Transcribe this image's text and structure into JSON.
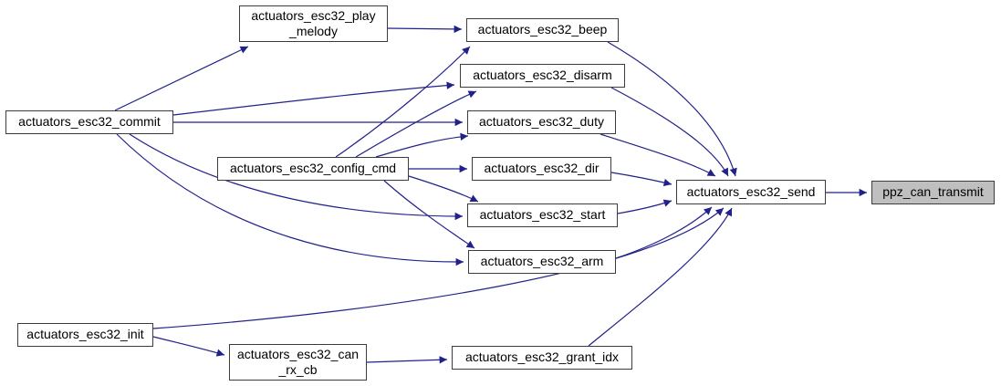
{
  "diagram": {
    "type": "call-graph",
    "colors": {
      "edge": "#21218a",
      "node_fill": "#ffffff",
      "node_border": "#3c3c3c",
      "highlight_fill": "#bfbfbf",
      "background": "#ffffff"
    },
    "nodes": {
      "play_melody": {
        "label": "actuators_esc32_play\n_melody"
      },
      "commit": {
        "label": "actuators_esc32_commit"
      },
      "config_cmd": {
        "label": "actuators_esc32_config_cmd"
      },
      "init": {
        "label": "actuators_esc32_init"
      },
      "can_rx_cb": {
        "label": "actuators_esc32_can\n_rx_cb"
      },
      "beep": {
        "label": "actuators_esc32_beep"
      },
      "disarm": {
        "label": "actuators_esc32_disarm"
      },
      "duty": {
        "label": "actuators_esc32_duty"
      },
      "dir": {
        "label": "actuators_esc32_dir"
      },
      "start": {
        "label": "actuators_esc32_start"
      },
      "arm": {
        "label": "actuators_esc32_arm"
      },
      "grant_idx": {
        "label": "actuators_esc32_grant_idx"
      },
      "send": {
        "label": "actuators_esc32_send"
      },
      "ppz_can_transmit": {
        "label": "ppz_can_transmit",
        "highlighted": true
      }
    },
    "edges": [
      {
        "from": "commit",
        "to": "play_melody"
      },
      {
        "from": "commit",
        "to": "disarm"
      },
      {
        "from": "commit",
        "to": "duty"
      },
      {
        "from": "commit",
        "to": "start"
      },
      {
        "from": "commit",
        "to": "arm"
      },
      {
        "from": "play_melody",
        "to": "beep"
      },
      {
        "from": "config_cmd",
        "to": "beep"
      },
      {
        "from": "config_cmd",
        "to": "disarm"
      },
      {
        "from": "config_cmd",
        "to": "duty"
      },
      {
        "from": "config_cmd",
        "to": "dir"
      },
      {
        "from": "config_cmd",
        "to": "start"
      },
      {
        "from": "config_cmd",
        "to": "arm"
      },
      {
        "from": "beep",
        "to": "send"
      },
      {
        "from": "disarm",
        "to": "send"
      },
      {
        "from": "duty",
        "to": "send"
      },
      {
        "from": "dir",
        "to": "send"
      },
      {
        "from": "start",
        "to": "send"
      },
      {
        "from": "arm",
        "to": "send"
      },
      {
        "from": "init",
        "to": "send"
      },
      {
        "from": "init",
        "to": "can_rx_cb"
      },
      {
        "from": "can_rx_cb",
        "to": "grant_idx"
      },
      {
        "from": "grant_idx",
        "to": "send"
      },
      {
        "from": "send",
        "to": "ppz_can_transmit"
      }
    ]
  }
}
